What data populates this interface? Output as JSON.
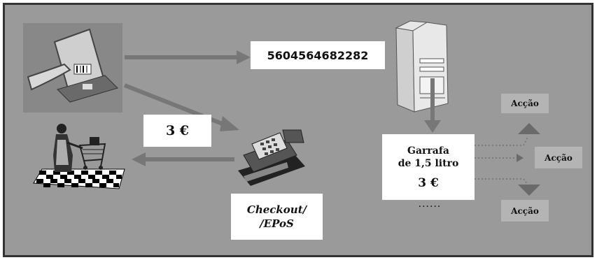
{
  "barcode_label": {
    "text": "5604564682282"
  },
  "price_box": {
    "text": "3 €"
  },
  "checkout_label": {
    "line1": "Checkout/",
    "line2": "/EPoS"
  },
  "product_box": {
    "line1": "Garrafa",
    "line2": "de 1,5 litro",
    "price": "3 €"
  },
  "ellipsis": {
    "text": "······"
  },
  "actions": {
    "top": "Acção",
    "middle": "Acção",
    "bottom": "Acção"
  },
  "colors": {
    "background": "#9a9a9a",
    "arrow": "#777777",
    "action_box": "#b4b4b4",
    "border": "#333333"
  }
}
